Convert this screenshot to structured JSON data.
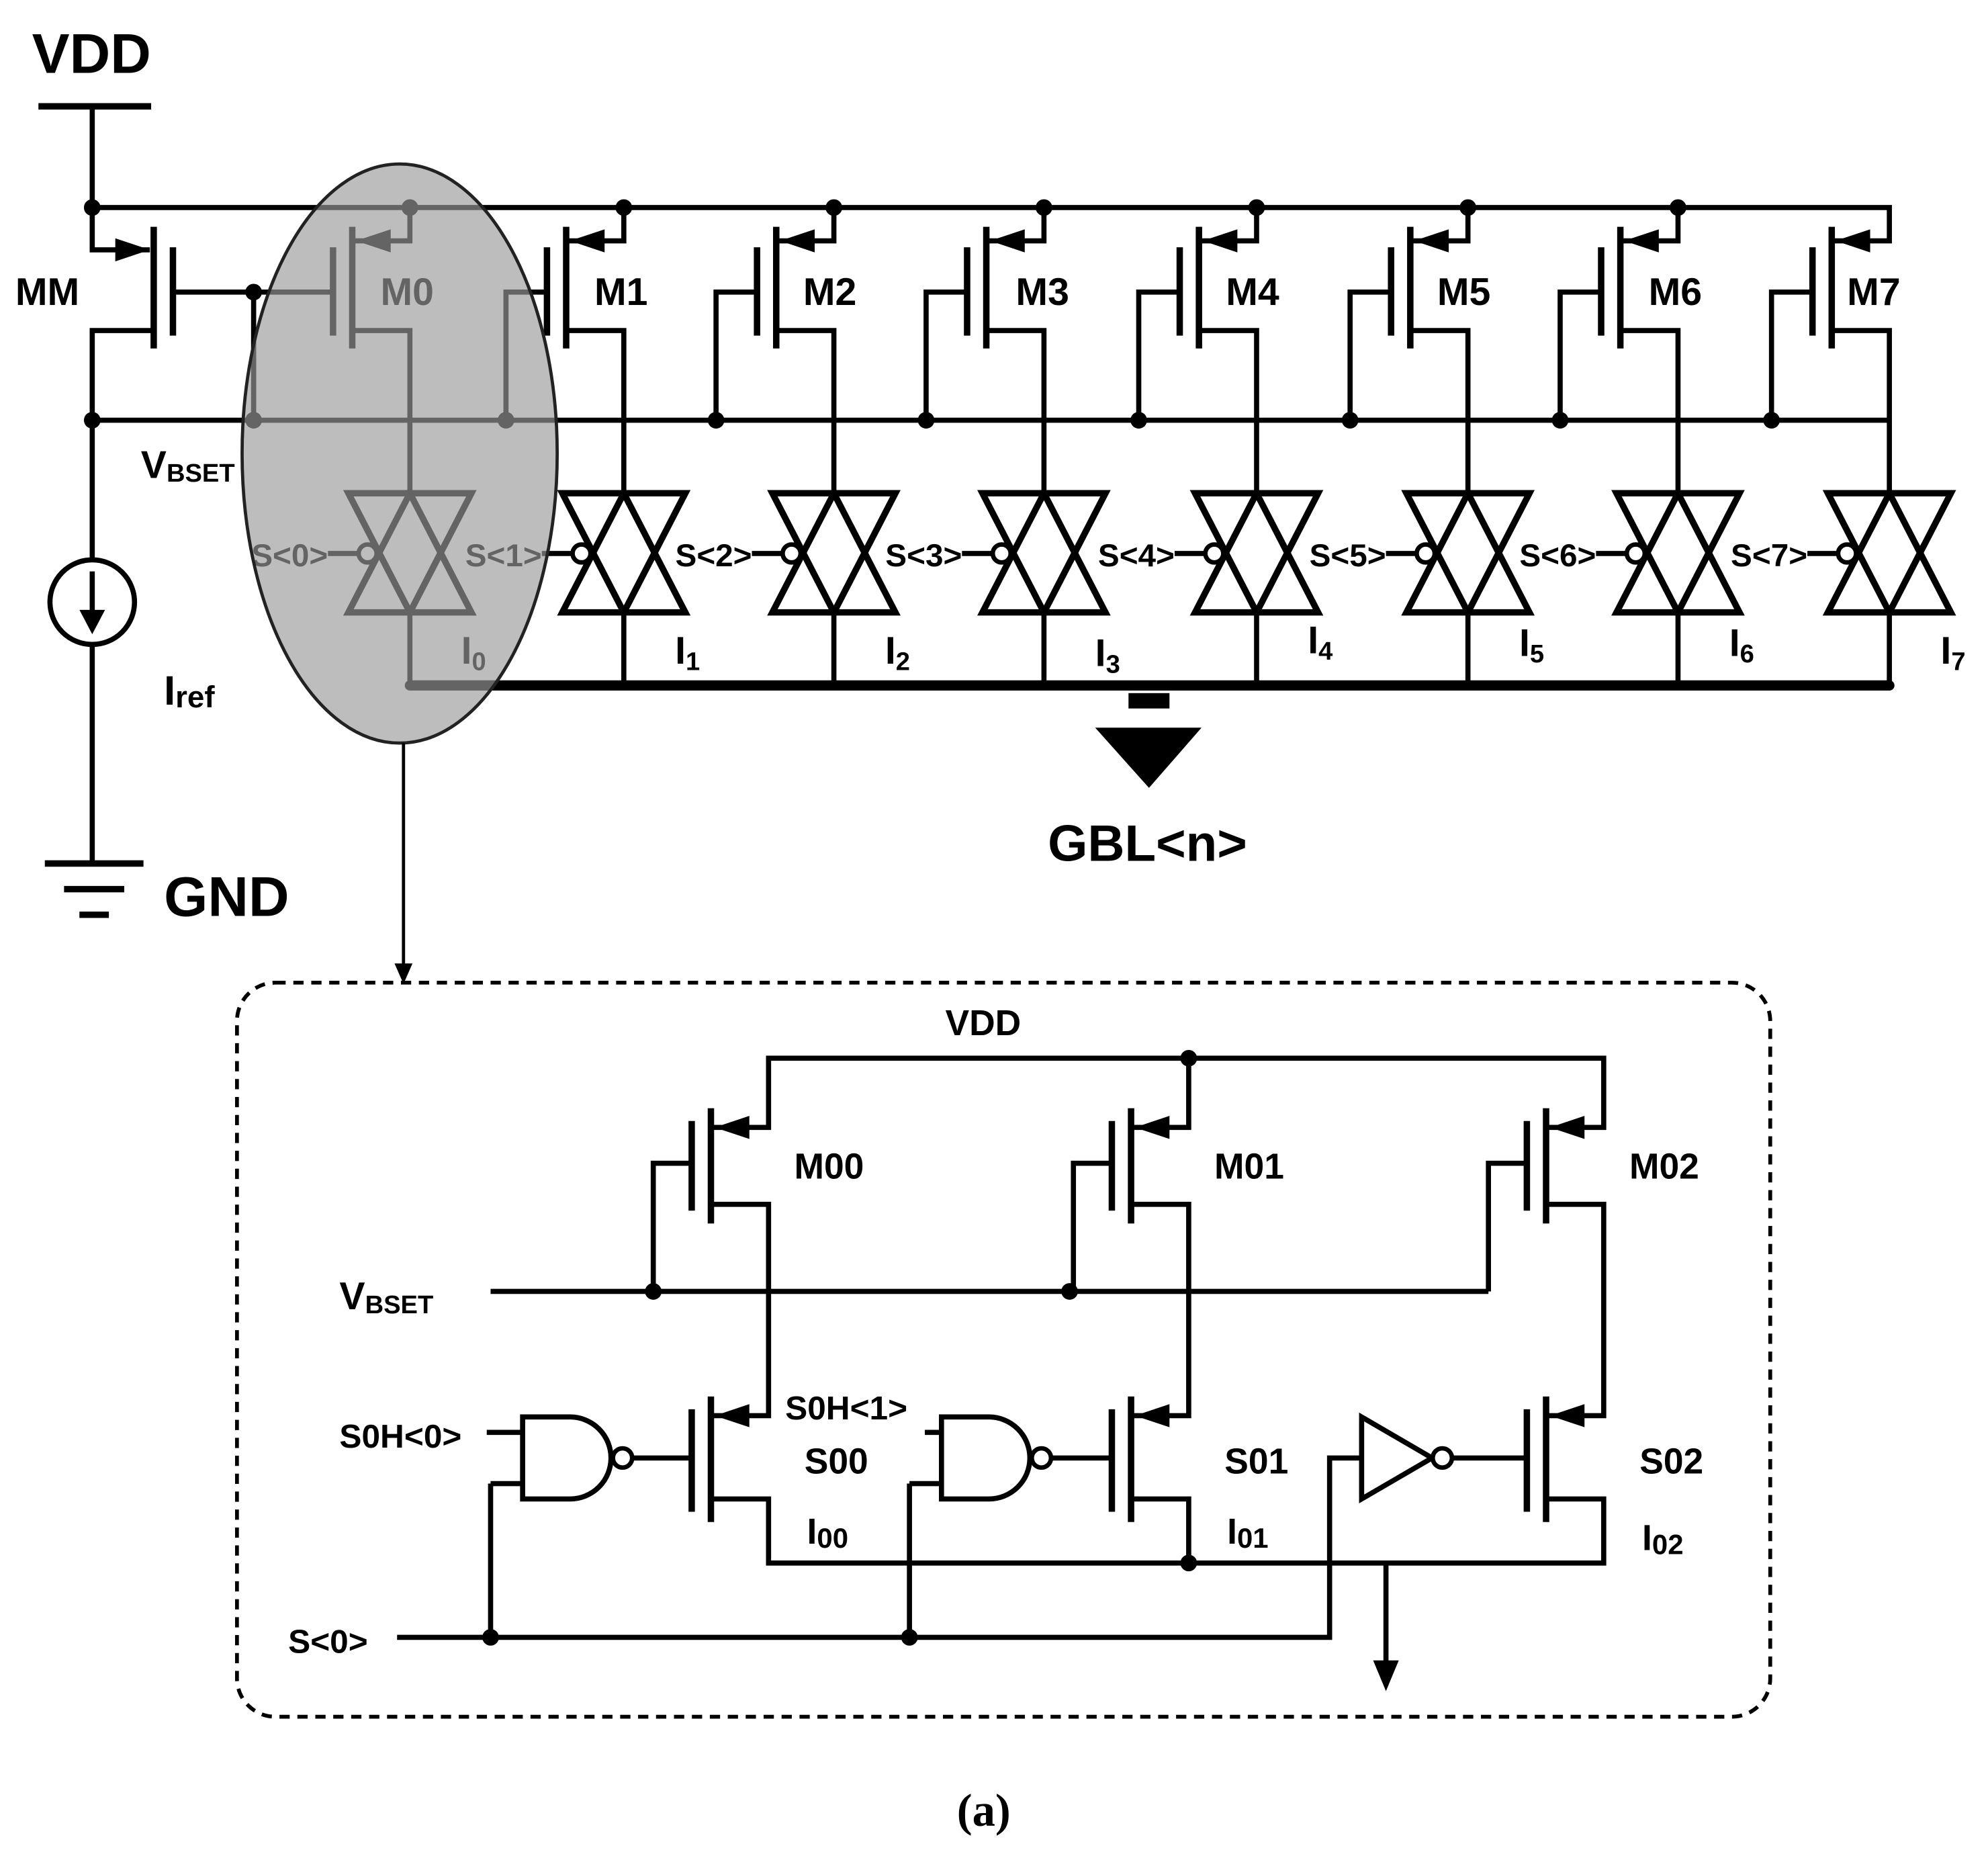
{
  "top": {
    "vdd": "VDD",
    "gnd": "GND",
    "mirror_transistor": "MM",
    "vbset": {
      "main": "V",
      "sub": "BSET"
    },
    "iref": {
      "main": "I",
      "sub": "ref"
    },
    "output": "GBL<n>",
    "transistors": [
      "M0",
      "M1",
      "M2",
      "M3",
      "M4",
      "M5",
      "M6",
      "M7"
    ],
    "selects": [
      "S<0>",
      "S<1>",
      "S<2>",
      "S<3>",
      "S<4>",
      "S<5>",
      "S<6>",
      "S<7>"
    ],
    "currents": [
      {
        "main": "I",
        "sub": "0"
      },
      {
        "main": "I",
        "sub": "1"
      },
      {
        "main": "I",
        "sub": "2"
      },
      {
        "main": "I",
        "sub": "3"
      },
      {
        "main": "I",
        "sub": "4"
      },
      {
        "main": "I",
        "sub": "5"
      },
      {
        "main": "I",
        "sub": "6"
      },
      {
        "main": "I",
        "sub": "7"
      }
    ]
  },
  "detail": {
    "vdd": "VDD",
    "vbset": {
      "main": "V",
      "sub": "BSET"
    },
    "enable0": "S0H<0>",
    "enable1": "S0H<1>",
    "select": "S<0>",
    "pmos": [
      "M00",
      "M01",
      "M02"
    ],
    "switches": [
      "S00",
      "S01",
      "S02"
    ],
    "currents": [
      {
        "main": "I",
        "sub": "00"
      },
      {
        "main": "I",
        "sub": "01"
      },
      {
        "main": "I",
        "sub": "02"
      }
    ]
  },
  "caption": "(a)",
  "colors": {
    "ink": "#000000",
    "highlight": "#9a9a9a",
    "background": "#ffffff"
  }
}
